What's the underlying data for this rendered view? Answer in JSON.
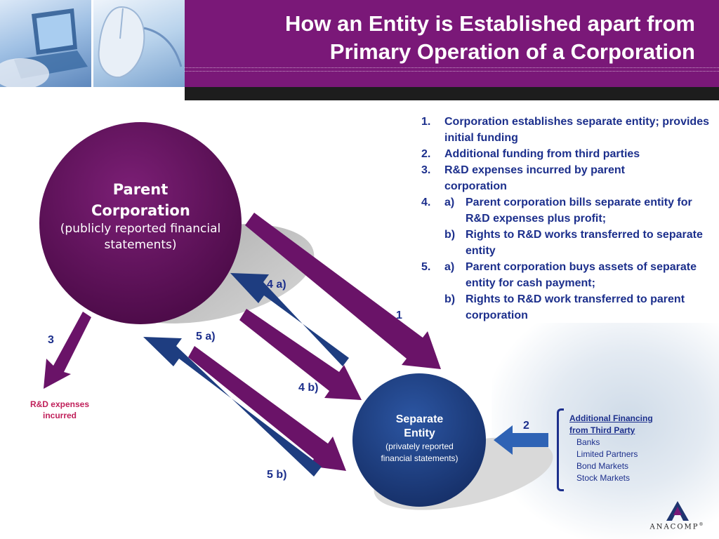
{
  "header": {
    "title_line1": "How an Entity is Established apart from",
    "title_line2": "Primary Operation of a Corporation",
    "colors": {
      "purple": "#7a1878",
      "black_band": "#1d1d1d",
      "title_text": "#ffffff"
    },
    "photos": [
      "laptop-photo",
      "computer-mouse-photo"
    ]
  },
  "diagram": {
    "parent": {
      "title": "Parent Corporation",
      "subtitle": "(publicly reported financial statements)",
      "color": "#5e0f5a"
    },
    "separate": {
      "title": "Separate Entity",
      "subtitle": "(privately reported financial statements)",
      "color": "#1d3f86"
    },
    "arrow_labels": {
      "a1": "1",
      "a2": "2",
      "a3": "3",
      "a4a": "4 a)",
      "a4b": "4 b)",
      "a5a": "5 a)",
      "a5b": "5 b)"
    },
    "rd_expenses": "R&D expenses incurred",
    "colors": {
      "purple_arrow": "#6a1368",
      "blue_arrow": "#1e3d80",
      "label_blue": "#1c2f8c",
      "rd_label": "#c0205a"
    }
  },
  "steps": [
    {
      "num": "1.",
      "text": "Corporation establishes separate entity; provides initial funding"
    },
    {
      "num": "2.",
      "text": "Additional funding from third parties"
    },
    {
      "num": "3.",
      "text": "R&D expenses incurred by parent corporation"
    },
    {
      "num": "4.",
      "sub": [
        {
          "letter": "a)",
          "text": "Parent corporation bills separate entity for R&D expenses plus profit;"
        },
        {
          "letter": "b)",
          "text": "Rights to R&D works transferred to separate entity"
        }
      ]
    },
    {
      "num": "5.",
      "sub": [
        {
          "letter": "a)",
          "text": "Parent corporation buys assets of separate entity for cash payment;"
        },
        {
          "letter": "b)",
          "text": "Rights to R&D work transferred to parent corporation"
        }
      ]
    }
  ],
  "financing": {
    "heading_line1": "Additional Financing",
    "heading_line2": "from Third Party",
    "items": [
      "Banks",
      "Limited Partners",
      "Bond Markets",
      "Stock Markets"
    ]
  },
  "logo": {
    "name": "ANACOMP",
    "mark": "®"
  }
}
